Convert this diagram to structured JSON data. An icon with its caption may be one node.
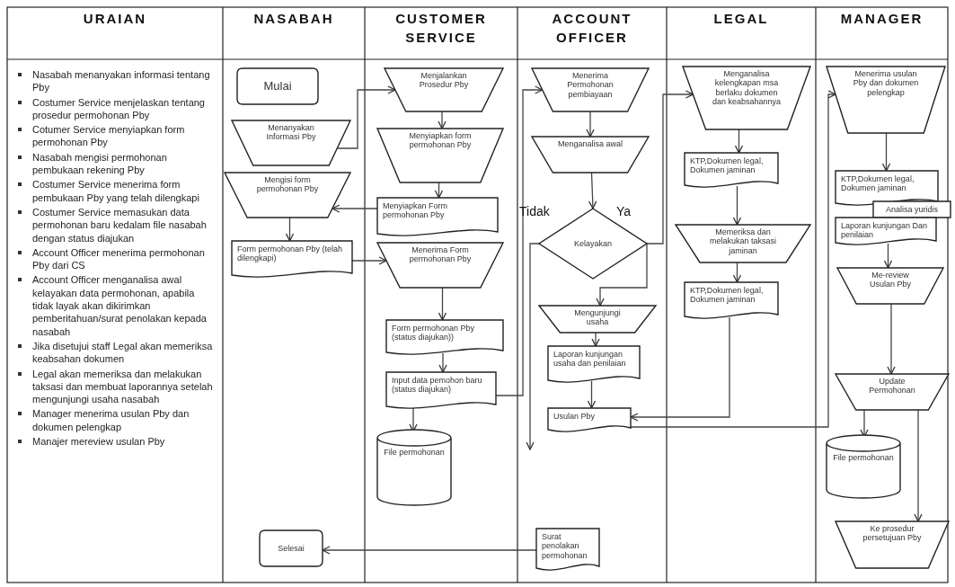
{
  "diagram": {
    "nodes": [
      {
        "text": [
          "Mulai"
        ]
      },
      {
        "text": [
          "Menanyakan Informasi Pby"
        ]
      },
      {
        "text": [
          "Mengisi form permohonan Pby"
        ]
      },
      {
        "text": [
          "Form permohonan Pby (telah dilengkapi)"
        ]
      },
      {
        "text": [
          "Selesai"
        ]
      },
      {
        "text": [
          "Menjalankan Prosedur Pby"
        ]
      },
      {
        "text": [
          "Menyiapkan form permohonan Pby"
        ]
      },
      {
        "text": [
          "Menyiapkan Form permohonan Pby"
        ]
      },
      {
        "text": [
          "Menerima Form permohonan Pby"
        ]
      },
      {
        "text": [
          "Form permohonan Pby (status diajukan))"
        ]
      },
      {
        "text": [
          "Input data pemohon baru (status diajukan)"
        ]
      },
      {
        "text": [
          "File permohonan"
        ]
      },
      {
        "text": [
          "Menerima Permohonan pembiayaan"
        ]
      },
      {
        "text": [
          "Menganalisa awal"
        ]
      },
      {
        "text": [
          "Kelayakan"
        ]
      },
      {
        "text": [
          "Mengunjungi usaha"
        ]
      },
      {
        "text": [
          "Laporan kunjungan usaha dan penilaian"
        ]
      },
      {
        "text": [
          "Usulan Pby"
        ]
      },
      {
        "text": [
          "Surat penolakan permohonan"
        ]
      },
      {
        "text": [
          "Menganalisa kelengkapan msa berlaku dokumen dan keabsahannya"
        ]
      },
      {
        "text": [
          "KTP,Dokumen legal, Dokumen jaminan"
        ]
      },
      {
        "text": [
          "Memeriksa dan melakukan taksasi jaminan"
        ]
      },
      {
        "text": [
          "KTP,Dokumen legal, Dokumen jaminan"
        ]
      },
      {
        "text": [
          "Menerima usulan Pby dan dokumen pelengkap"
        ]
      },
      {
        "text": [
          "KTP,Dokumen legal, Dokumen jaminan"
        ]
      },
      {
        "text": [
          "Analisa yuridis"
        ]
      },
      {
        "text": [
          "Laporan kunjungan Dan penilaian"
        ]
      },
      {
        "text": [
          "Me-review Usulan Pby"
        ]
      },
      {
        "text": [
          "Update Permohonan"
        ]
      },
      {
        "text": [
          "File permohonan"
        ]
      },
      {
        "text": [
          "Ke prosedur persetujuan Pby"
        ]
      }
    ],
    "edges": [
      {
        "from": 1,
        "to": 5,
        "arrow": "to"
      },
      {
        "from": 5,
        "to": 6,
        "arrow": "to"
      },
      {
        "from": 6,
        "to": 7,
        "arrow": "to"
      },
      {
        "from": 7,
        "to": 2,
        "arrow": "to"
      },
      {
        "from": 2,
        "to": 3,
        "arrow": "to"
      },
      {
        "from": 3,
        "to": 8,
        "arrow": "to"
      },
      {
        "from": 8,
        "to": 9,
        "arrow": "to"
      },
      {
        "from": 9,
        "to": 10,
        "arrow": "to"
      },
      {
        "from": 10,
        "to": 11,
        "arrow": "to"
      },
      {
        "from": 10,
        "to": 12,
        "arrow": "to"
      },
      {
        "from": 12,
        "to": 13,
        "arrow": "to"
      },
      {
        "from": 13,
        "to": 14,
        "arrow": "to"
      },
      {
        "from": 14,
        "to": 19,
        "arrow": "to"
      },
      {
        "from": 14,
        "to": 15,
        "arrow": "to"
      },
      {
        "from": 14,
        "to": null,
        "arrow": "to"
      },
      {
        "from": 15,
        "to": 16,
        "arrow": "to"
      },
      {
        "from": 16,
        "to": 17,
        "arrow": "to"
      },
      {
        "from": 22,
        "to": 17,
        "arrow": "to"
      },
      {
        "from": 17,
        "to": 23,
        "arrow": "to"
      },
      {
        "from": 19,
        "to": 20,
        "arrow": "to"
      },
      {
        "from": 20,
        "to": 21,
        "arrow": "to"
      },
      {
        "from": 21,
        "to": 22,
        "arrow": "to"
      },
      {
        "from": 23,
        "to": 24,
        "arrow": "to"
      },
      {
        "from": 26,
        "to": 27,
        "arrow": "to"
      },
      {
        "from": 27,
        "to": 28,
        "arrow": "to"
      },
      {
        "from": 28,
        "to": 29,
        "arrow": "to"
      },
      {
        "from": 28,
        "to": 30,
        "arrow": "to"
      },
      {
        "from": 18,
        "to": 4,
        "arrow": "to"
      }
    ],
    "labels": [
      "URAIAN",
      "NASABAH",
      "CUSTOMER SERVICE",
      "ACCOUNT OFFICER",
      "LEGAL",
      "MANAGER",
      "Nasabah menanyakan informasi tentang Pby",
      "Costumer Service menjelaskan tentang prosedur permohonan Pby",
      "Cotumer Service menyiapkan form permohonan Pby",
      "Nasabah mengisi permohonan pembukaan rekening Pby",
      "Costumer Service menerima form pembukaan Pby yang telah dilengkapi",
      "Costumer Service memasukan data permohonan baru kedalam file nasabah dengan status diajukan",
      "Account Officer menerima permohonan Pby dari CS",
      "Account Officer menganalisa awal kelayakan data permohonan, apabila tidak layak akan dikirimkan pemberitahuan/surat penolakan kepada nasabah",
      "Jika disetujui staff Legal akan memeriksa keabsahan dokumen",
      "Legal akan memeriksa dan melakukan taksasi dan membuat laporannya setelah mengunjungi usaha nasabah",
      "Manager menerima usulan Pby dan dokumen pelengkap",
      "Manajer mereview usulan Pby",
      "Tidak",
      "Ya"
    ]
  }
}
